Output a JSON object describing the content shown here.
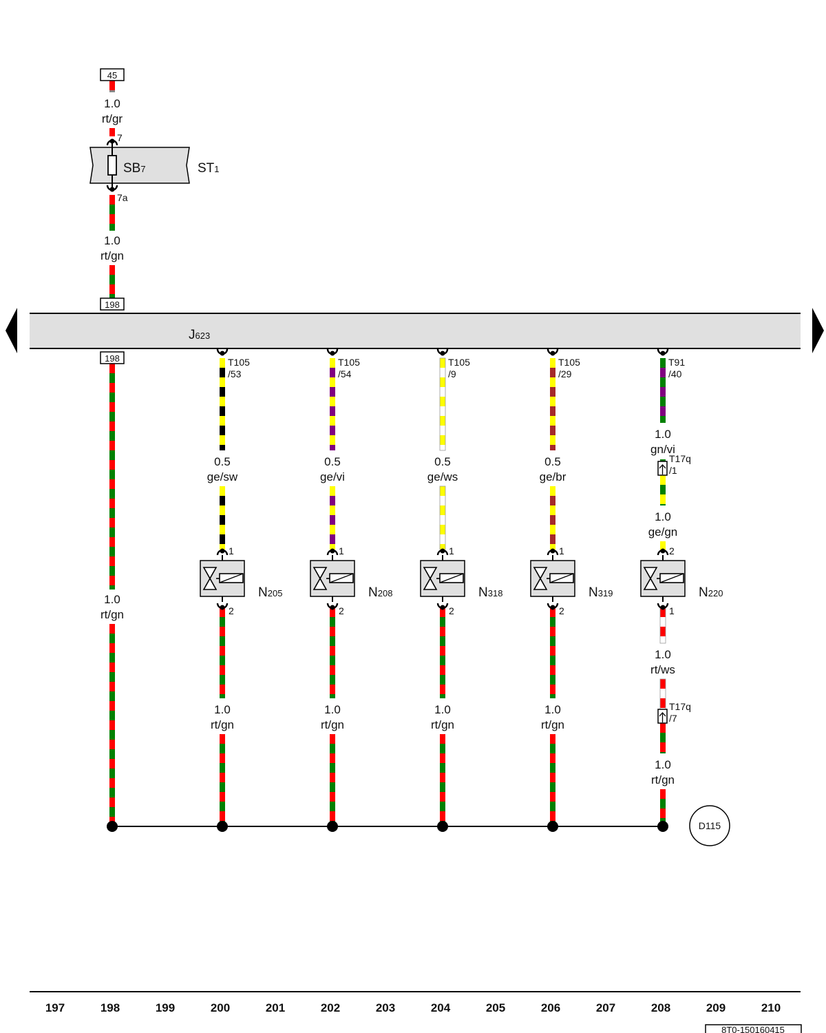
{
  "colors": {
    "rt": "#ff0000",
    "gn": "#008000",
    "ge": "#ffff00",
    "sw": "#000000",
    "vi": "#800080",
    "ws": "#ffffff",
    "br": "#a52a2a",
    "gr": "#888888",
    "component_fill": "#e0e0e0"
  },
  "top_ref": "45",
  "top_wire": {
    "gauge": "1.0",
    "color": "rt/gr"
  },
  "fuse": {
    "name": "SB",
    "sub": "7",
    "pin_in": "7",
    "pin_out": "7a"
  },
  "fuse_carrier": {
    "name": "ST",
    "sub": "1"
  },
  "feed_wire": {
    "gauge": "1.0",
    "color": "rt/gn"
  },
  "ref_box_upper": "198",
  "ref_box_lower": "198",
  "ecu": {
    "name": "J",
    "sub": "623"
  },
  "return_wire": {
    "gauge": "1.0",
    "color": "rt/gn"
  },
  "circuits": [
    {
      "connector": "T105",
      "pin": "/53",
      "wire": {
        "gauge": "0.5",
        "color": "ge/sw"
      },
      "valve": {
        "name": "N",
        "sub": "205",
        "pin_top": "1",
        "pin_bottom": "2"
      },
      "ground_wire": {
        "gauge": "1.0",
        "color": "rt/gn"
      }
    },
    {
      "connector": "T105",
      "pin": "/54",
      "wire": {
        "gauge": "0.5",
        "color": "ge/vi"
      },
      "valve": {
        "name": "N",
        "sub": "208",
        "pin_top": "1",
        "pin_bottom": "2"
      },
      "ground_wire": {
        "gauge": "1.0",
        "color": "rt/gn"
      }
    },
    {
      "connector": "T105",
      "pin": "/9",
      "wire": {
        "gauge": "0.5",
        "color": "ge/ws"
      },
      "valve": {
        "name": "N",
        "sub": "318",
        "pin_top": "1",
        "pin_bottom": "2"
      },
      "ground_wire": {
        "gauge": "1.0",
        "color": "rt/gn"
      }
    },
    {
      "connector": "T105",
      "pin": "/29",
      "wire": {
        "gauge": "0.5",
        "color": "ge/br"
      },
      "valve": {
        "name": "N",
        "sub": "319",
        "pin_top": "1",
        "pin_bottom": "2"
      },
      "ground_wire": {
        "gauge": "1.0",
        "color": "rt/gn"
      }
    }
  ],
  "circuit_n220": {
    "connector": "T91",
    "pin": "/40",
    "wire1": {
      "gauge": "1.0",
      "color": "gn/vi"
    },
    "conn1": {
      "name": "T17q",
      "pin": "/1"
    },
    "wire2": {
      "gauge": "1.0",
      "color": "ge/gn"
    },
    "valve": {
      "name": "N",
      "sub": "220",
      "pin_top": "2",
      "pin_bottom": "1"
    },
    "wire3": {
      "gauge": "1.0",
      "color": "rt/ws"
    },
    "conn2": {
      "name": "T17q",
      "pin": "/7"
    },
    "wire4": {
      "gauge": "1.0",
      "color": "rt/gn"
    }
  },
  "ground_point": "D115",
  "columns": [
    "197",
    "198",
    "199",
    "200",
    "201",
    "202",
    "203",
    "204",
    "205",
    "206",
    "207",
    "208",
    "209",
    "210"
  ],
  "doc_ref": "8T0-150160415"
}
